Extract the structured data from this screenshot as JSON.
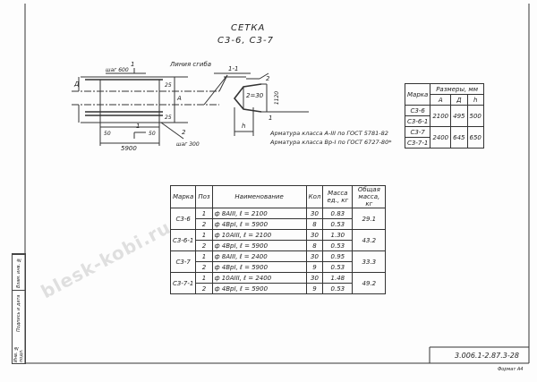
{
  "title": {
    "line1": "СЕТКА",
    "line2": "С3-6,  С3-7"
  },
  "drawing_labels": {
    "section_mark_top": "1",
    "section_mark_bottom": "1",
    "step_top": "шаг 600",
    "step_bottom": "шаг 300",
    "fold_line": "Линия сгиба",
    "section": "1-1",
    "pos2": "2",
    "pos1": "1",
    "pitch": "2=30",
    "dim_a": "А",
    "dim_d": "Д",
    "dim_h": "h",
    "dim_25a": "25",
    "dim_25b": "25",
    "dim_50a": "50",
    "dim_50b": "50",
    "dim_length": "5900",
    "dim_1120": "1120"
  },
  "notes": [
    "Арматура класса A-III по ГОСТ 5781-82",
    "Арматура класса Вр-I по ГОСТ 6727-80*"
  ],
  "dims_table": {
    "headers": [
      "Марка",
      "Размеры, мм",
      "А",
      "Д",
      "h"
    ],
    "rows": [
      {
        "marks": [
          "С3-6",
          "С3-6-1"
        ],
        "a": "2100",
        "d": "495",
        "h": "500"
      },
      {
        "marks": [
          "С3-7",
          "С3-7-1"
        ],
        "a": "2400",
        "d": "645",
        "h": "650"
      }
    ]
  },
  "spec_table": {
    "headers": [
      "Марка",
      "Поз",
      "Наименование",
      "Кол",
      "Масса ед., кг",
      "Общая масса, кг"
    ],
    "groups": [
      {
        "mark": "С3-6",
        "total": "29.1",
        "rows": [
          {
            "pos": "1",
            "name": "ф 8АIII,   ℓ = 2100",
            "qty": "30",
            "mass": "0.83"
          },
          {
            "pos": "2",
            "name": "ф 4ВрI,   ℓ = 5900",
            "qty": "8",
            "mass": "0.53"
          }
        ]
      },
      {
        "mark": "С3-6-1",
        "total": "43.2",
        "rows": [
          {
            "pos": "1",
            "name": "ф 10АIII,   ℓ = 2100",
            "qty": "30",
            "mass": "1.30"
          },
          {
            "pos": "2",
            "name": "ф 4ВрI,   ℓ = 5900",
            "qty": "8",
            "mass": "0.53"
          }
        ]
      },
      {
        "mark": "С3-7",
        "total": "33.3",
        "rows": [
          {
            "pos": "1",
            "name": "ф 8АIII,   ℓ = 2400",
            "qty": "30",
            "mass": "0.95"
          },
          {
            "pos": "2",
            "name": "ф 4ВрI,   ℓ = 5900",
            "qty": "9",
            "mass": "0.53"
          }
        ]
      },
      {
        "mark": "С3-7-1",
        "total": "49.2",
        "rows": [
          {
            "pos": "1",
            "name": "ф 10АIII,   ℓ = 2400",
            "qty": "30",
            "mass": "1.48"
          },
          {
            "pos": "2",
            "name": "ф 4ВрI,   ℓ = 5900",
            "qty": "9",
            "mass": "0.53"
          }
        ]
      }
    ]
  },
  "stamp": [
    "Инв. № подл.",
    "Подпись и дата",
    "Взам. инв. №"
  ],
  "doc_code": "3.006.1-2.87.3-28",
  "format": "Формат А4",
  "watermark": "blesk-kobi.ru"
}
